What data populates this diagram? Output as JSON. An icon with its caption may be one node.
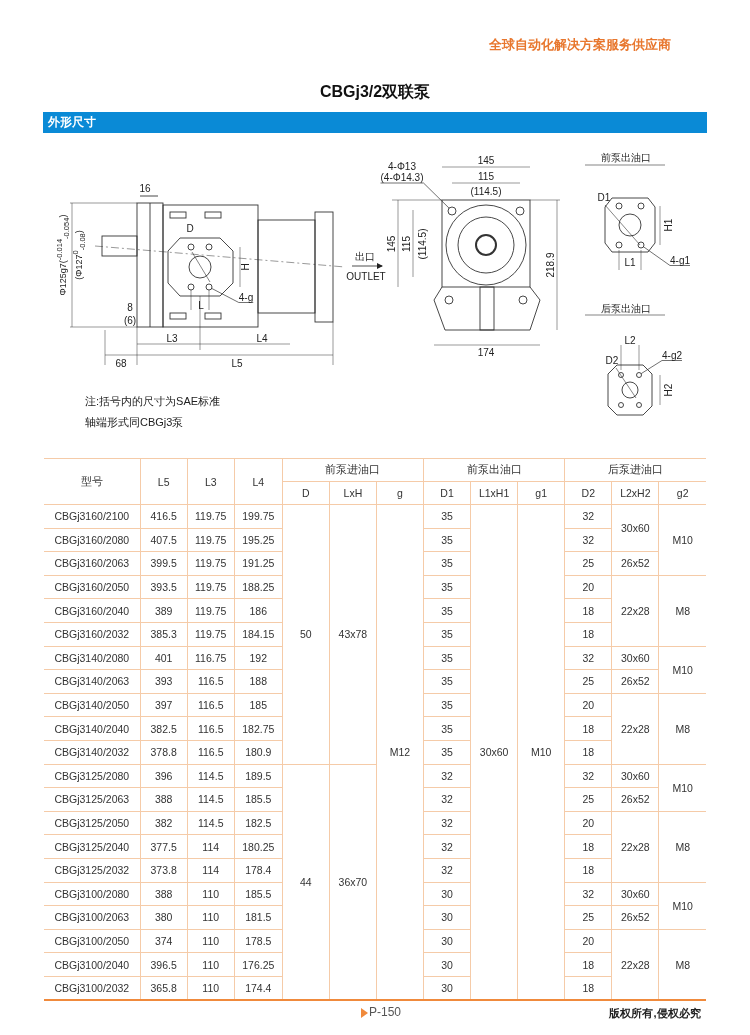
{
  "diagram": {
    "title": "CBGj3/2双联泵",
    "nodes": [
      {
        "text": [
          "4-Φ13",
          "(4-Φ14.3)"
        ]
      },
      {
        "text": [
          "4-g"
        ]
      },
      {
        "text": [
          "4-g1"
        ]
      },
      {
        "text": [
          "4-g2"
        ]
      },
      {
        "text": [],
        "shape": "circle"
      },
      {
        "text": [],
        "shape": "circle"
      },
      {
        "text": [],
        "shape": "circle"
      },
      {
        "text": [],
        "shape": "circle"
      }
    ],
    "edges": [
      {
        "from": 0,
        "to": 4,
        "arrow": "none"
      },
      {
        "from": 1,
        "to": 5,
        "arrow": "none"
      },
      {
        "from": 2,
        "to": 6,
        "arrow": "none"
      },
      {
        "from": 3,
        "to": 7,
        "arrow": "none"
      }
    ],
    "labels": [
      "全球自动化解决方案服务供应商",
      "外形尺寸",
      "16",
      "Φ125g7($^{-0.014}$$_{-0.054}$)",
      "(Φ127$^{0}$$_{-0.08}$)",
      "D",
      "H",
      "8",
      "L",
      "(6)",
      "L3",
      "L4",
      "68",
      "L5",
      "出口",
      "OUTLET",
      "145",
      "115",
      "(114.5)",
      "145",
      "115",
      "(114.5)",
      "218.9",
      "174",
      "前泵出油口",
      "D1",
      "H1",
      "L1",
      "后泵出油口",
      "L2",
      "D2",
      "H2",
      "注:括号内的尺寸为SAE标准",
      "轴端形式同CBGj3泵",
      "型号",
      "L5",
      "L3",
      "L4",
      "前泵进油口",
      "前泵出油口",
      "后泵进油口",
      "D",
      "LxH",
      "g",
      "D1",
      "L1xH1",
      "g1",
      "D2",
      "L2xH2",
      "g2",
      "CBGj3160/2100",
      "416.5",
      "119.75",
      "199.75",
      "35",
      "32",
      "30x60",
      "CBGj3160/2080",
      "407.5",
      "119.75",
      "195.25",
      "35",
      "32",
      "M10",
      "CBGj3160/2063",
      "399.5",
      "119.75",
      "191.25",
      "35",
      "25",
      "26x52",
      "CBGj3160/2050",
      "393.5",
      "119.75",
      "188.25",
      "35",
      "20",
      "CBGj3160/2040",
      "389",
      "119.75",
      "186",
      "35",
      "18",
      "22x28",
      "M8",
      "CBGj3160/2032",
      "385.3",
      "119.75",
      "184.15",
      "50",
      "43x78",
      "35",
      "18",
      "CBGj3140/2080",
      "401",
      "116.75",
      "192",
      "35",
      "32",
      "30x60",
      "M10",
      "CBGj3140/2063",
      "393",
      "116.5",
      "188",
      "35",
      "25",
      "26x52",
      "CBGj3140/2050",
      "397",
      "116.5",
      "185",
      "35",
      "20",
      "CBGj3140/2040",
      "382.5",
      "116.5",
      "182.75",
      "35",
      "18",
      "22x28",
      "M8",
      "CBGj3140/2032",
      "378.8",
      "116.5",
      "180.9",
      "M12",
      "35",
      "30x60",
      "M10",
      "18",
      "CBGj3125/2080",
      "396",
      "114.5",
      "189.5",
      "32",
      "32",
      "30x60",
      "M10",
      "CBGj3125/2063",
      "388",
      "114.5",
      "185.5",
      "32",
      "25",
      "26x52",
      "CBGj3125/2050",
      "382",
      "114.5",
      "182.5",
      "32",
      "20",
      "CBGj3125/2040",
      "377.5",
      "114",
      "180.25",
      "32",
      "18",
      "22x28",
      "M8",
      "CBGj3125/2032",
      "373.8",
      "114",
      "178.4",
      "44",
      "36x70",
      "32",
      "18",
      "CBGj3100/2080",
      "388",
      "110",
      "185.5",
      "30",
      "32",
      "30x60",
      "M10",
      "CBGj3100/2063",
      "380",
      "110",
      "181.5",
      "30",
      "25",
      "26x52",
      "CBGj3100/2050",
      "374",
      "110",
      "178.5",
      "30",
      "20",
      "CBGj3100/2040",
      "396.5",
      "110",
      "176.25",
      "30",
      "18",
      "22x28",
      "M8",
      "CBGj3100/2032",
      "365.8",
      "110",
      "174.4",
      "30",
      "18",
      "P-150",
      "版权所有,侵权必究"
    ]
  }
}
